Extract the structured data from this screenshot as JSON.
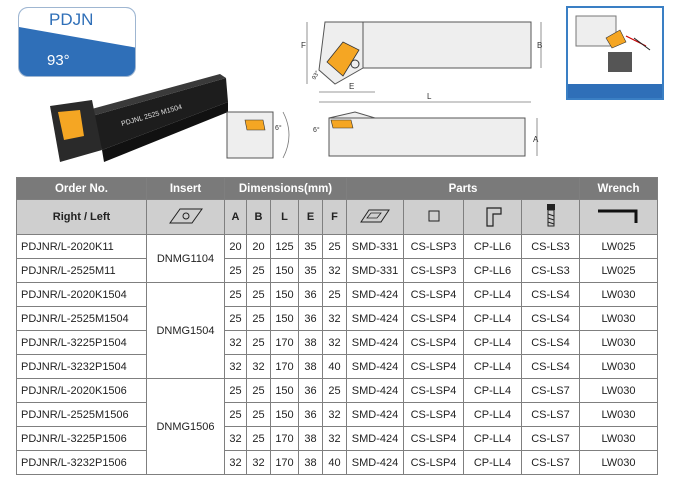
{
  "badge": {
    "code": "PDJN",
    "angle": "93°"
  },
  "tool_label": "PDJNL 2525 M1504",
  "drawing": {
    "dim_F": "F",
    "dim_B": "B",
    "dim_E": "E",
    "dim_L": "L",
    "dim_A": "A",
    "angle_top": "93°",
    "angle_left": "6°",
    "angle_right": "6°"
  },
  "table": {
    "headers": {
      "order": "Order No.",
      "insert": "Insert",
      "dimensions": "Dimensions(mm)",
      "parts": "Parts",
      "wrench": "Wrench"
    },
    "sub_headers": {
      "right_left": "Right / Left",
      "A": "A",
      "B": "B",
      "L": "L",
      "E": "E",
      "F": "F"
    },
    "groups": [
      {
        "insert": "DNMG1104",
        "rows": [
          {
            "order": "PDJNR/L-2020K11",
            "A": "20",
            "B": "20",
            "L": "125",
            "E": "35",
            "F": "25",
            "shim": "SMD-331",
            "screw": "CS-LSP3",
            "clamp": "CP-LL6",
            "clampscrew": "CS-LS3",
            "wrench": "LW025"
          },
          {
            "order": "PDJNR/L-2525M11",
            "A": "25",
            "B": "25",
            "L": "150",
            "E": "35",
            "F": "32",
            "shim": "SMD-331",
            "screw": "CS-LSP3",
            "clamp": "CP-LL6",
            "clampscrew": "CS-LS3",
            "wrench": "LW025"
          }
        ]
      },
      {
        "insert": "DNMG1504",
        "rows": [
          {
            "order": "PDJNR/L-2020K1504",
            "A": "25",
            "B": "25",
            "L": "150",
            "E": "36",
            "F": "25",
            "shim": "SMD-424",
            "screw": "CS-LSP4",
            "clamp": "CP-LL4",
            "clampscrew": "CS-LS4",
            "wrench": "LW030"
          },
          {
            "order": "PDJNR/L-2525M1504",
            "A": "25",
            "B": "25",
            "L": "150",
            "E": "36",
            "F": "32",
            "shim": "SMD-424",
            "screw": "CS-LSP4",
            "clamp": "CP-LL4",
            "clampscrew": "CS-LS4",
            "wrench": "LW030"
          },
          {
            "order": "PDJNR/L-3225P1504",
            "A": "32",
            "B": "25",
            "L": "170",
            "E": "38",
            "F": "32",
            "shim": "SMD-424",
            "screw": "CS-LSP4",
            "clamp": "CP-LL4",
            "clampscrew": "CS-LS4",
            "wrench": "LW030"
          },
          {
            "order": "PDJNR/L-3232P1504",
            "A": "32",
            "B": "32",
            "L": "170",
            "E": "38",
            "F": "40",
            "shim": "SMD-424",
            "screw": "CS-LSP4",
            "clamp": "CP-LL4",
            "clampscrew": "CS-LS4",
            "wrench": "LW030"
          }
        ]
      },
      {
        "insert": "DNMG1506",
        "rows": [
          {
            "order": "PDJNR/L-2020K1506",
            "A": "25",
            "B": "25",
            "L": "150",
            "E": "36",
            "F": "25",
            "shim": "SMD-424",
            "screw": "CS-LSP4",
            "clamp": "CP-LL4",
            "clampscrew": "CS-LS7",
            "wrench": "LW030"
          },
          {
            "order": "PDJNR/L-2525M1506",
            "A": "25",
            "B": "25",
            "L": "150",
            "E": "36",
            "F": "32",
            "shim": "SMD-424",
            "screw": "CS-LSP4",
            "clamp": "CP-LL4",
            "clampscrew": "CS-LS7",
            "wrench": "LW030"
          },
          {
            "order": "PDJNR/L-3225P1506",
            "A": "32",
            "B": "25",
            "L": "170",
            "E": "38",
            "F": "32",
            "shim": "SMD-424",
            "screw": "CS-LSP4",
            "clamp": "CP-LL4",
            "clampscrew": "CS-LS7",
            "wrench": "LW030"
          },
          {
            "order": "PDJNR/L-3232P1506",
            "A": "32",
            "B": "32",
            "L": "170",
            "E": "38",
            "F": "40",
            "shim": "SMD-424",
            "screw": "CS-LSP4",
            "clamp": "CP-LL4",
            "clampscrew": "CS-LS7",
            "wrench": "LW030"
          }
        ]
      }
    ]
  },
  "colors": {
    "accent_blue": "#2f6fb8",
    "header_gray": "#7a7a7a",
    "subheader_gray": "#cfcfcf",
    "insert_orange": "#f5a623"
  }
}
